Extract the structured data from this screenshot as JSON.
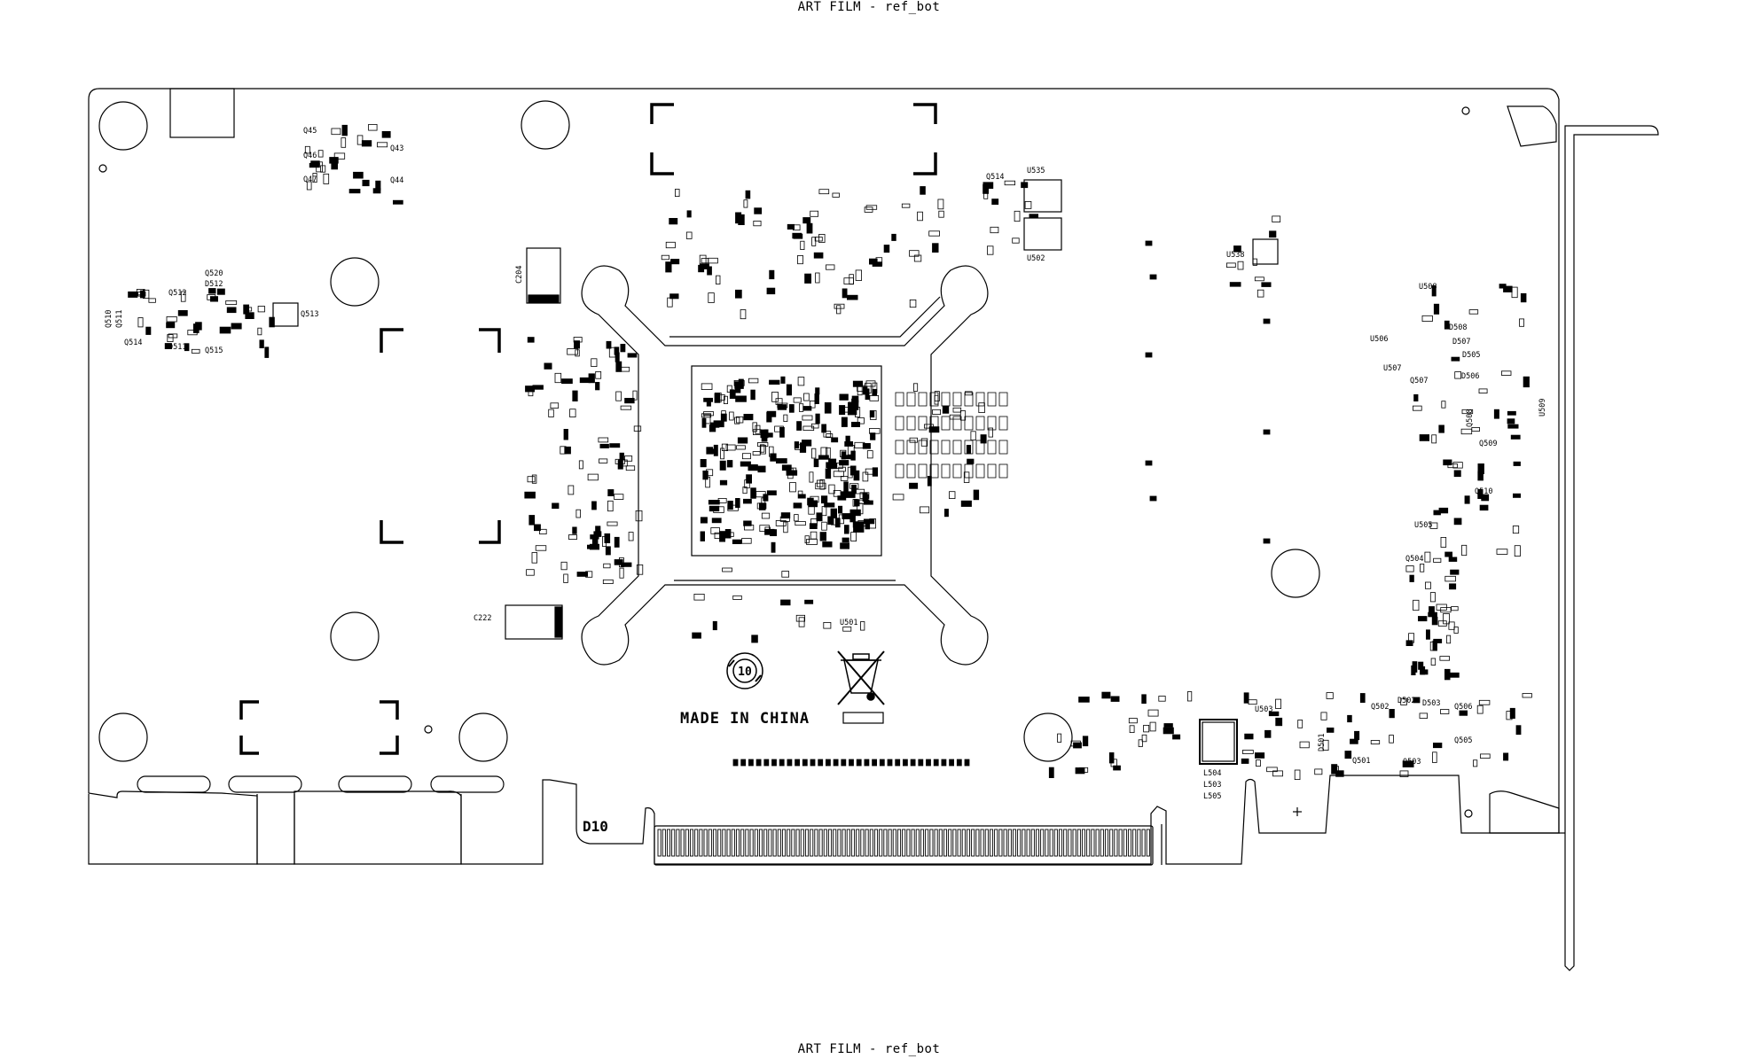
{
  "header_top": "ART FILM - ref_bot",
  "header_bottom": "ART FILM - ref_bot",
  "marks": {
    "made_in": "MADE IN CHINA",
    "d10": "D10",
    "recycle_number": "10"
  },
  "labels": {
    "Q45": "Q45",
    "Q46": "Q46",
    "Q47": "Q47",
    "Q43": "Q43",
    "Q44": "Q44",
    "Q520": "Q520",
    "D512": "D512",
    "Q512": "Q512",
    "Q513": "Q513",
    "Q510": "Q510",
    "Q511": "Q511",
    "Q514": "Q514",
    "D511": "D511",
    "Q515": "Q515",
    "C204": "C204",
    "C222": "C222",
    "Q514b": "Q514",
    "U535": "U535",
    "U502": "U502",
    "U538": "U538",
    "U508": "U508",
    "U506": "U506",
    "D508": "D508",
    "D507": "D507",
    "U507": "U507",
    "D505": "D505",
    "Q507": "Q507",
    "D506": "D506",
    "Q508": "Q508",
    "Q509": "Q509",
    "U509": "U509",
    "Q510b": "Q510",
    "U505": "U505",
    "Q504": "Q504",
    "U501": "U501",
    "U503": "U503",
    "L504": "L504",
    "L503": "L503",
    "L505": "L505",
    "D501": "D501",
    "Q501": "Q501",
    "Q502": "Q502",
    "D502": "D502",
    "D503": "D503",
    "Q506": "Q506",
    "Q505": "Q505",
    "Q503": "Q503"
  }
}
